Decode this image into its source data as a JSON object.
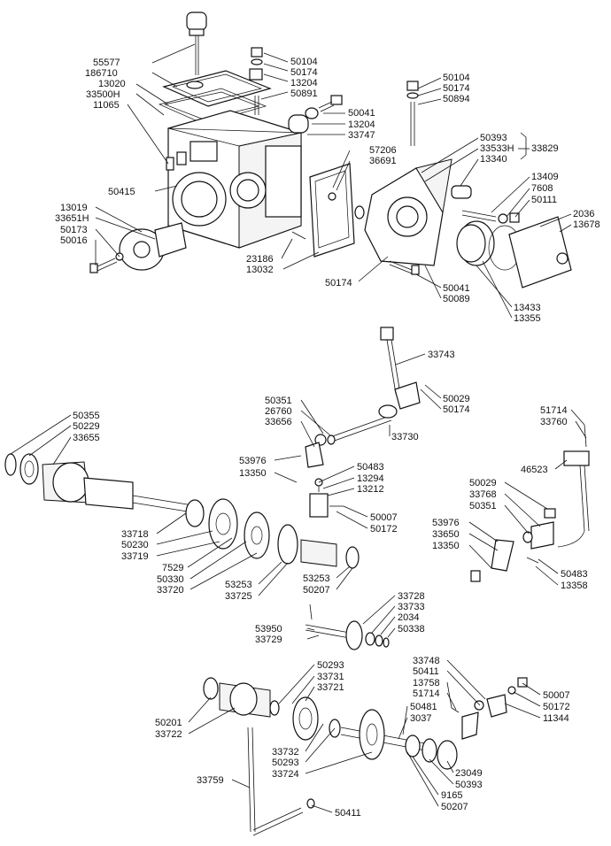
{
  "labels": [
    "55577",
    "186710",
    "13020",
    "33500H",
    "11065",
    "50415",
    "13019",
    "33651H",
    "50173",
    "50016",
    "50104",
    "50174",
    "13204",
    "50891",
    "50041",
    "13204",
    "33747",
    "57206",
    "36691",
    "23186",
    "13032",
    "50104",
    "50174",
    "50894",
    "50393",
    "33533H",
    "33829",
    "13340",
    "13409",
    "7608",
    "50111",
    "2036",
    "13678",
    "50174",
    "50041",
    "50089",
    "13433",
    "13355",
    "33743",
    "50029",
    "50174",
    "50351",
    "26760",
    "33656",
    "33730",
    "53976",
    "13350",
    "50483",
    "13294",
    "13212",
    "50007",
    "50172",
    "50355",
    "50229",
    "33655",
    "33718",
    "50230",
    "33719",
    "7529",
    "50330",
    "33720",
    "53253",
    "33725",
    "53253",
    "50207",
    "51714",
    "33760",
    "46523",
    "50029",
    "33768",
    "50351",
    "53976",
    "33650",
    "13350",
    "50483",
    "13358",
    "33728",
    "33733",
    "2034",
    "50338",
    "53950",
    "33729",
    "50293",
    "33731",
    "33721",
    "50201",
    "33722",
    "33732",
    "50293",
    "33724",
    "33748",
    "50411",
    "13758",
    "51714",
    "50481",
    "3037",
    "50007",
    "50172",
    "11344",
    "23049",
    "50393",
    "9165",
    "50207",
    "33759",
    "50411"
  ]
}
